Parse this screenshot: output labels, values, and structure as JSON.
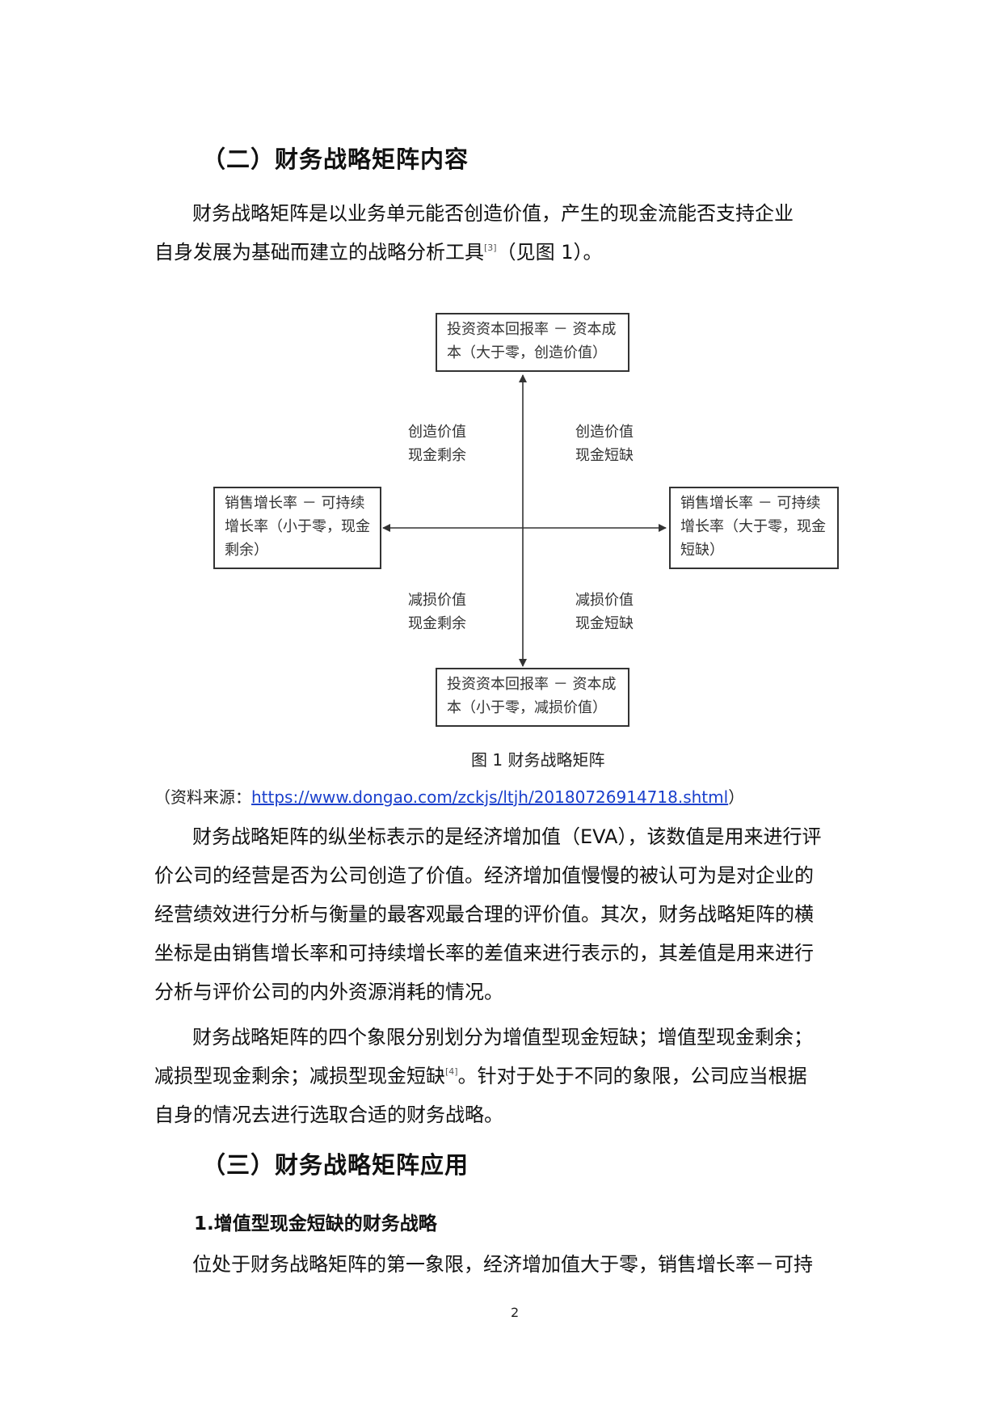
{
  "section2": {
    "heading": "（二）财务战略矩阵内容",
    "intro_line1": "财务战略矩阵是以业务单元能否创造价值，产生的现金流能否支持企业",
    "intro_line2": "自身发展为基础而建立的战略分析工具",
    "intro_cite": "[3]",
    "intro_tail": "（见图 1）。"
  },
  "figure": {
    "top_box": [
      "投资资本回报率 － 资本成",
      "本（大于零，创造价值）"
    ],
    "bottom_box": [
      "投资资本回报率 － 资本成",
      "本（小于零，减损价值）"
    ],
    "left_box": [
      "销售增长率 － 可持续",
      "增长率（小于零，现金",
      "剩余）"
    ],
    "right_box": [
      "销售增长率 － 可持续",
      "增长率（大于零，现金",
      "短缺）"
    ],
    "quadrant_top_left": [
      "创造价值",
      "现金剩余"
    ],
    "quadrant_top_right": [
      "创造价值",
      "现金短缺"
    ],
    "quadrant_bottom_left": [
      "减损价值",
      "现金剩余"
    ],
    "quadrant_bottom_right": [
      "减损价值",
      "现金短缺"
    ],
    "caption": "图 1 财务战略矩阵"
  },
  "source": {
    "prefix": "（资料来源：",
    "link": "https://www.dongao.com/zckjs/ltjh/20180726914718.shtml",
    "suffix": "）"
  },
  "para_eva": [
    "财务战略矩阵的纵坐标表示的是经济增加值（EVA），该数值是用来进行评",
    "价公司的经营是否为公司创造了价值。经济增加值慢慢的被认可为是对企业的",
    "经营绩效进行分析与衡量的最客观最合理的评价值。其次，财务战略矩阵的横",
    "坐标是由销售增长率和可持续增长率的差值来进行表示的，其差值是用来进行",
    "分析与评价公司的内外资源消耗的情况。"
  ],
  "para_quadrants": {
    "line1": "财务战略矩阵的四个象限分别划分为增值型现金短缺；增值型现金剩余；",
    "line2_a": "减损型现金剩余；减损型现金短缺",
    "line2_cite": "[4]",
    "line2_b": "。针对于处于不同的象限，公司应当根据",
    "line3": "自身的情况去进行选取合适的财务战略。"
  },
  "section3": {
    "heading": "（三）财务战略矩阵应用",
    "subheading": "1.增值型现金短缺的财务战略",
    "line1": "位处于财务战略矩阵的第一象限，经济增加值大于零，销售增长率－可持"
  },
  "page_number": "2"
}
